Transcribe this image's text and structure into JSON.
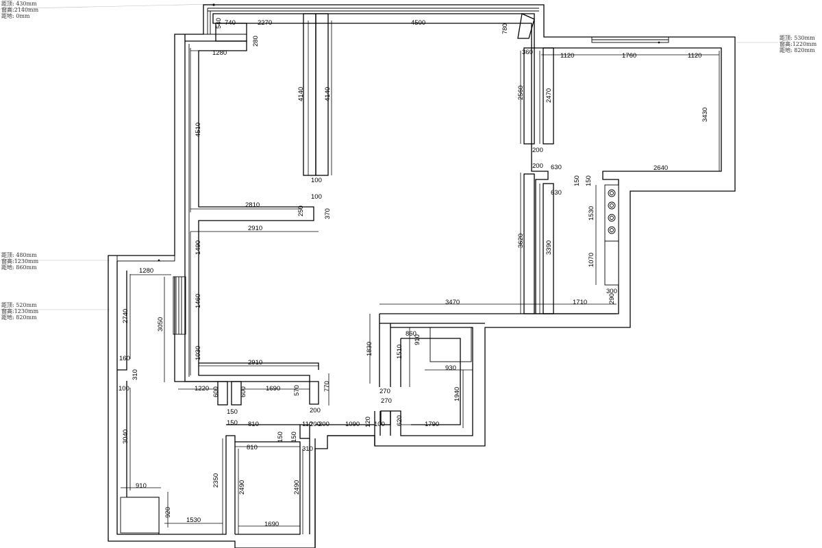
{
  "notes": [
    {
      "id": "note-tl",
      "lines": [
        "距顶: 430mm",
        "窗高:2140mm",
        "距地:   0mm"
      ]
    },
    {
      "id": "note-r",
      "lines": [
        "距顶: 530mm",
        "窗高:1220mm",
        "距地: 820mm"
      ]
    },
    {
      "id": "note-l1",
      "lines": [
        "距顶: 480mm",
        "窗高:1230mm",
        "距地: 860mm"
      ]
    },
    {
      "id": "note-l2",
      "lines": [
        "距顶: 520mm",
        "窗高:1230mm",
        "距地: 820mm"
      ]
    }
  ],
  "dimensions": [
    "540",
    "740",
    "2270",
    "4500",
    "780",
    "1280",
    "280",
    "360",
    "1120",
    "1760",
    "1120",
    "4140",
    "4140",
    "4510",
    "2560",
    "2470",
    "3430",
    "200",
    "200",
    "630",
    "2640",
    "150",
    "150",
    "630",
    "100",
    "100",
    "2810",
    "250",
    "370",
    "2910",
    "1530",
    "1490",
    "3620",
    "3390",
    "1070",
    "1280",
    "2740",
    "3050",
    "1460",
    "3470",
    "1710",
    "300",
    "290",
    "860",
    "910",
    "1830",
    "1510",
    "930",
    "1030",
    "2910",
    "160",
    "310",
    "1940",
    "100",
    "1220",
    "600",
    "600",
    "1690",
    "570",
    "770",
    "270",
    "270",
    "150",
    "200",
    "150",
    "810",
    "150",
    "150",
    "110",
    "200",
    "200",
    "1090",
    "120",
    "100",
    "620",
    "1790",
    "810",
    "310",
    "3040",
    "910",
    "2350",
    "2490",
    "2490",
    "920",
    "1530",
    "1690"
  ]
}
